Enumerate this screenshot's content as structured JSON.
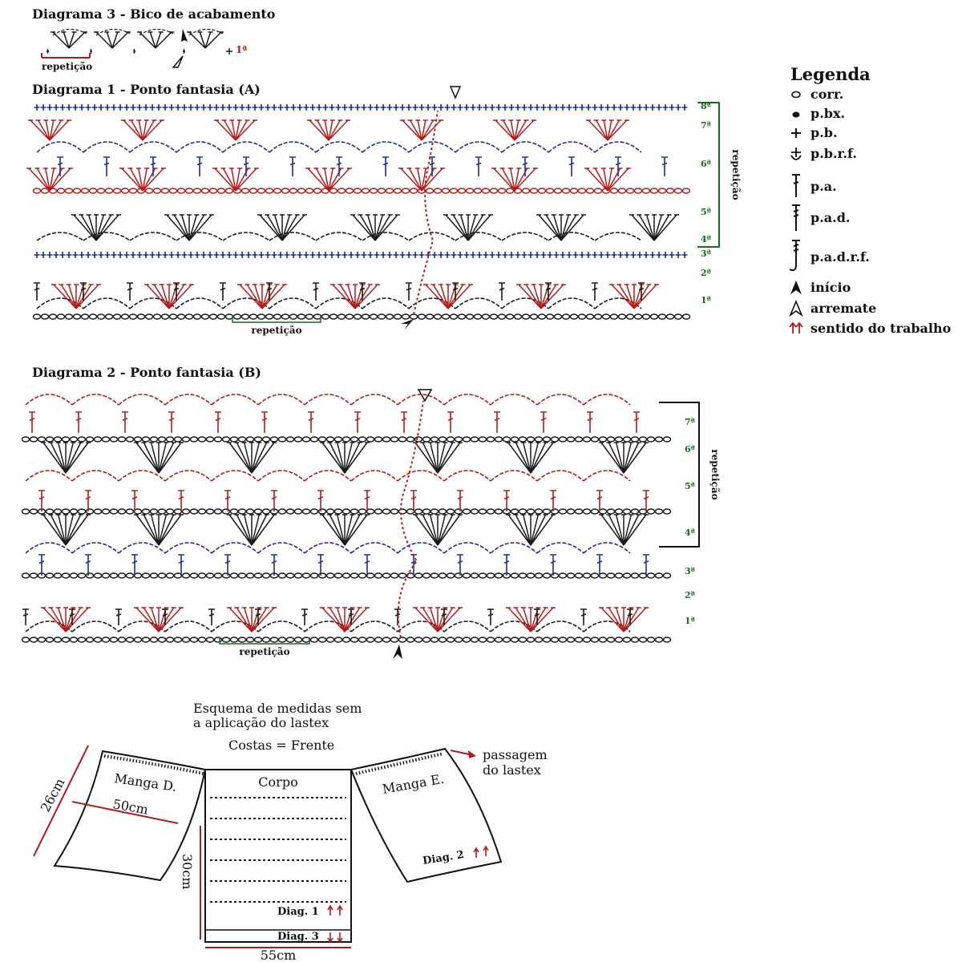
{
  "diagram3": {
    "title": "Diagrama 3 - Bico de acabamento",
    "repeat_label": "repetição",
    "row_label": "1ª"
  },
  "diagram1": {
    "title": "Diagrama 1 - Ponto fantasia (A)",
    "repeat_label": "repetição",
    "side_repeat_label": "repetição",
    "rows": [
      "1ª",
      "2ª",
      "3ª",
      "4ª",
      "5ª",
      "6ª",
      "7ª",
      "8ª"
    ]
  },
  "diagram2": {
    "title": "Diagrama 2 - Ponto fantasia (B)",
    "repeat_label": "repetição",
    "side_repeat_label": "repetição",
    "rows": [
      "1ª",
      "2ª",
      "3ª",
      "4ª",
      "5ª",
      "6ª",
      "7ª"
    ]
  },
  "legend": {
    "title": "Legenda",
    "items": [
      {
        "symbol": "chain-icon",
        "label": "corr."
      },
      {
        "symbol": "slip-stitch-icon",
        "label": "p.bx."
      },
      {
        "symbol": "single-crochet-icon",
        "label": "p.b."
      },
      {
        "symbol": "front-post-single-crochet-icon",
        "label": "p.b.r.f."
      },
      {
        "symbol": "double-crochet-icon",
        "label": "p.a."
      },
      {
        "symbol": "treble-crochet-icon",
        "label": "p.a.d."
      },
      {
        "symbol": "front-post-treble-crochet-icon",
        "label": "p.a.d.r.f."
      },
      {
        "symbol": "start-arrow-icon",
        "label": "início"
      },
      {
        "symbol": "finish-arrow-icon",
        "label": "arremate"
      },
      {
        "symbol": "work-direction-icon",
        "label": "sentido do trabalho"
      }
    ]
  },
  "schema": {
    "title_line1": "Esquema de medidas sem",
    "title_line2": "a aplicação do lastex",
    "subtitle": "Costas = Frente",
    "body_label": "Corpo",
    "right_sleeve_label": "Manga D.",
    "left_sleeve_label": "Manga E.",
    "elastic_label_line1": "passagem",
    "elastic_label_line2": "do lastex",
    "diag1_label": "Diag. 1",
    "diag2_label": "Diag. 2",
    "diag3_label": "Diag. 3",
    "sleeve_height": "26cm",
    "sleeve_width": "50cm",
    "body_height": "30cm",
    "body_width": "55cm"
  },
  "colors": {
    "red": "#b31b1b",
    "blue": "#1f2f8f",
    "black": "#1a1a1a",
    "green": "#1a6b1a"
  }
}
